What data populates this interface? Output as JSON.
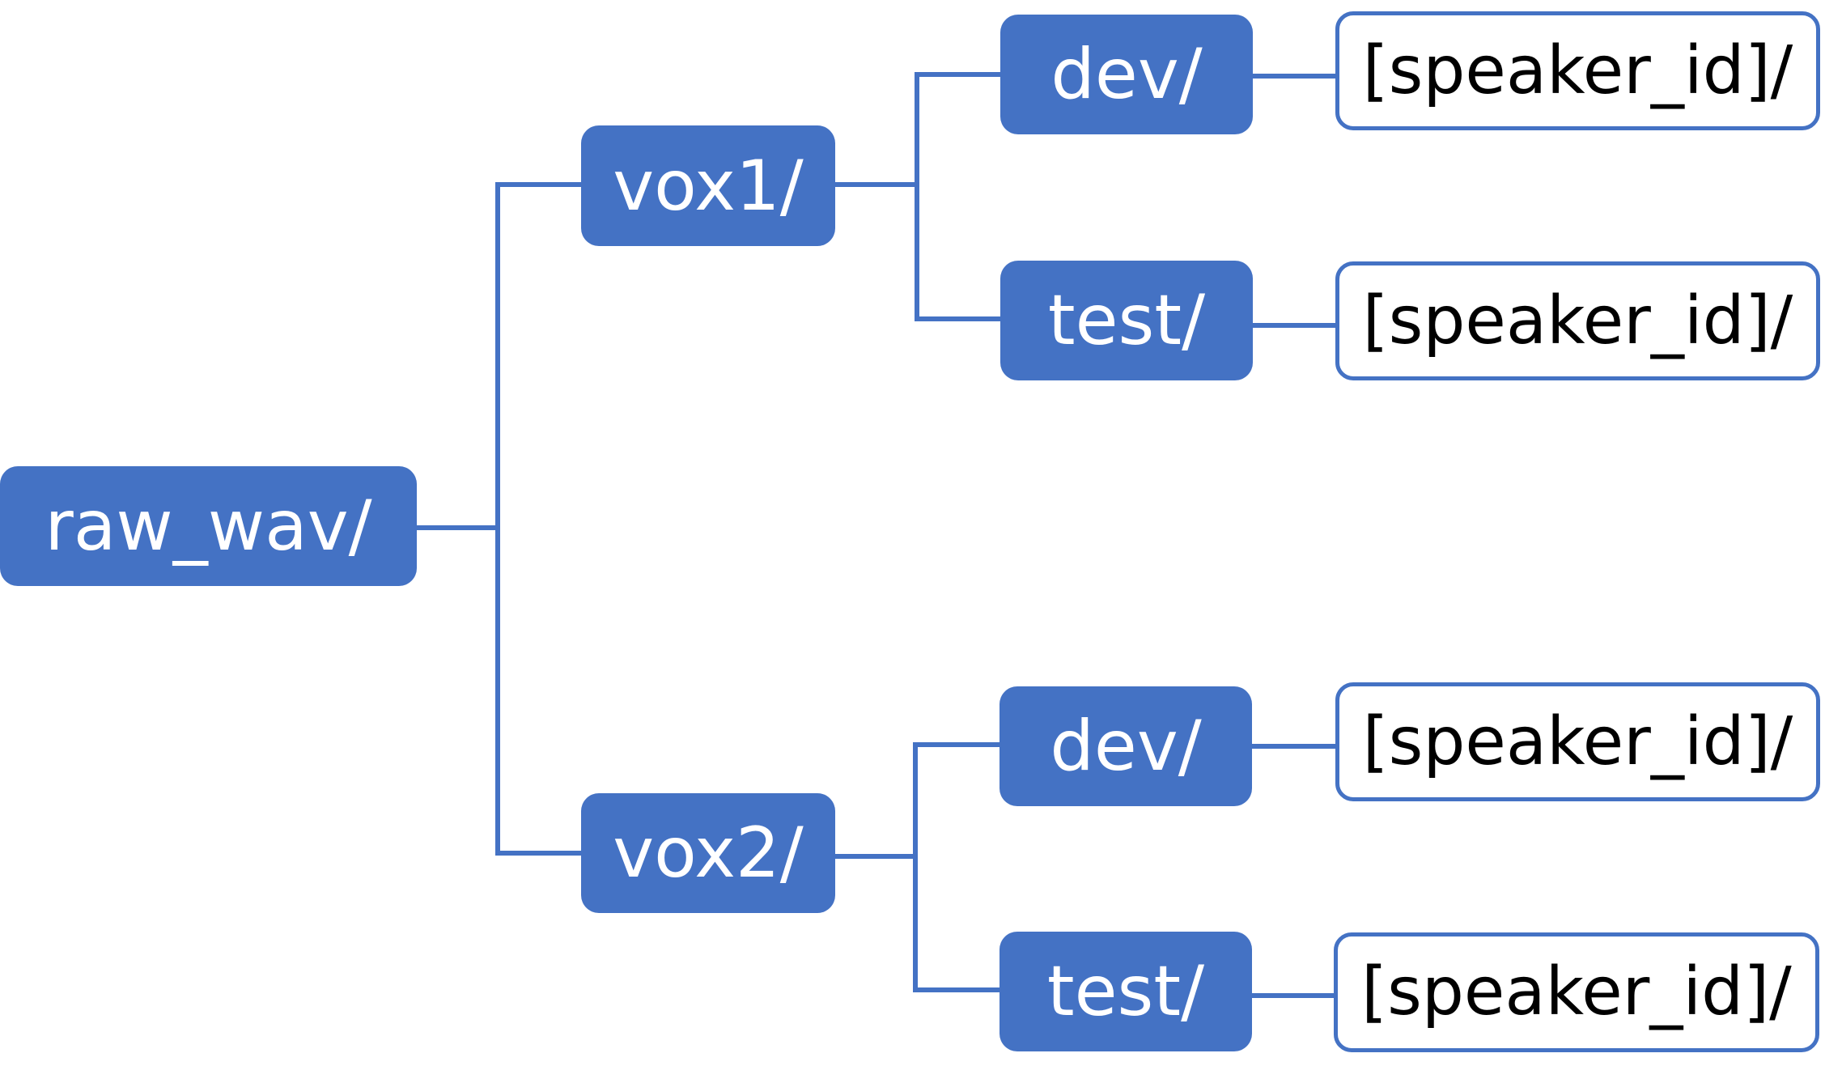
{
  "tree": {
    "root": {
      "label": "raw_wav/"
    },
    "branches": [
      {
        "label": "vox1/",
        "children": [
          {
            "label": "dev/",
            "leaf": "[speaker_id]/"
          },
          {
            "label": "test/",
            "leaf": "[speaker_id]/"
          }
        ]
      },
      {
        "label": "vox2/",
        "children": [
          {
            "label": "dev/",
            "leaf": "[speaker_id]/"
          },
          {
            "label": "test/",
            "leaf": "[speaker_id]/"
          }
        ]
      }
    ]
  },
  "colors": {
    "node_fill": "#4472c4",
    "node_text": "#ffffff",
    "leaf_border": "#4472c4",
    "leaf_text": "#000000",
    "connector": "#4472c4"
  }
}
